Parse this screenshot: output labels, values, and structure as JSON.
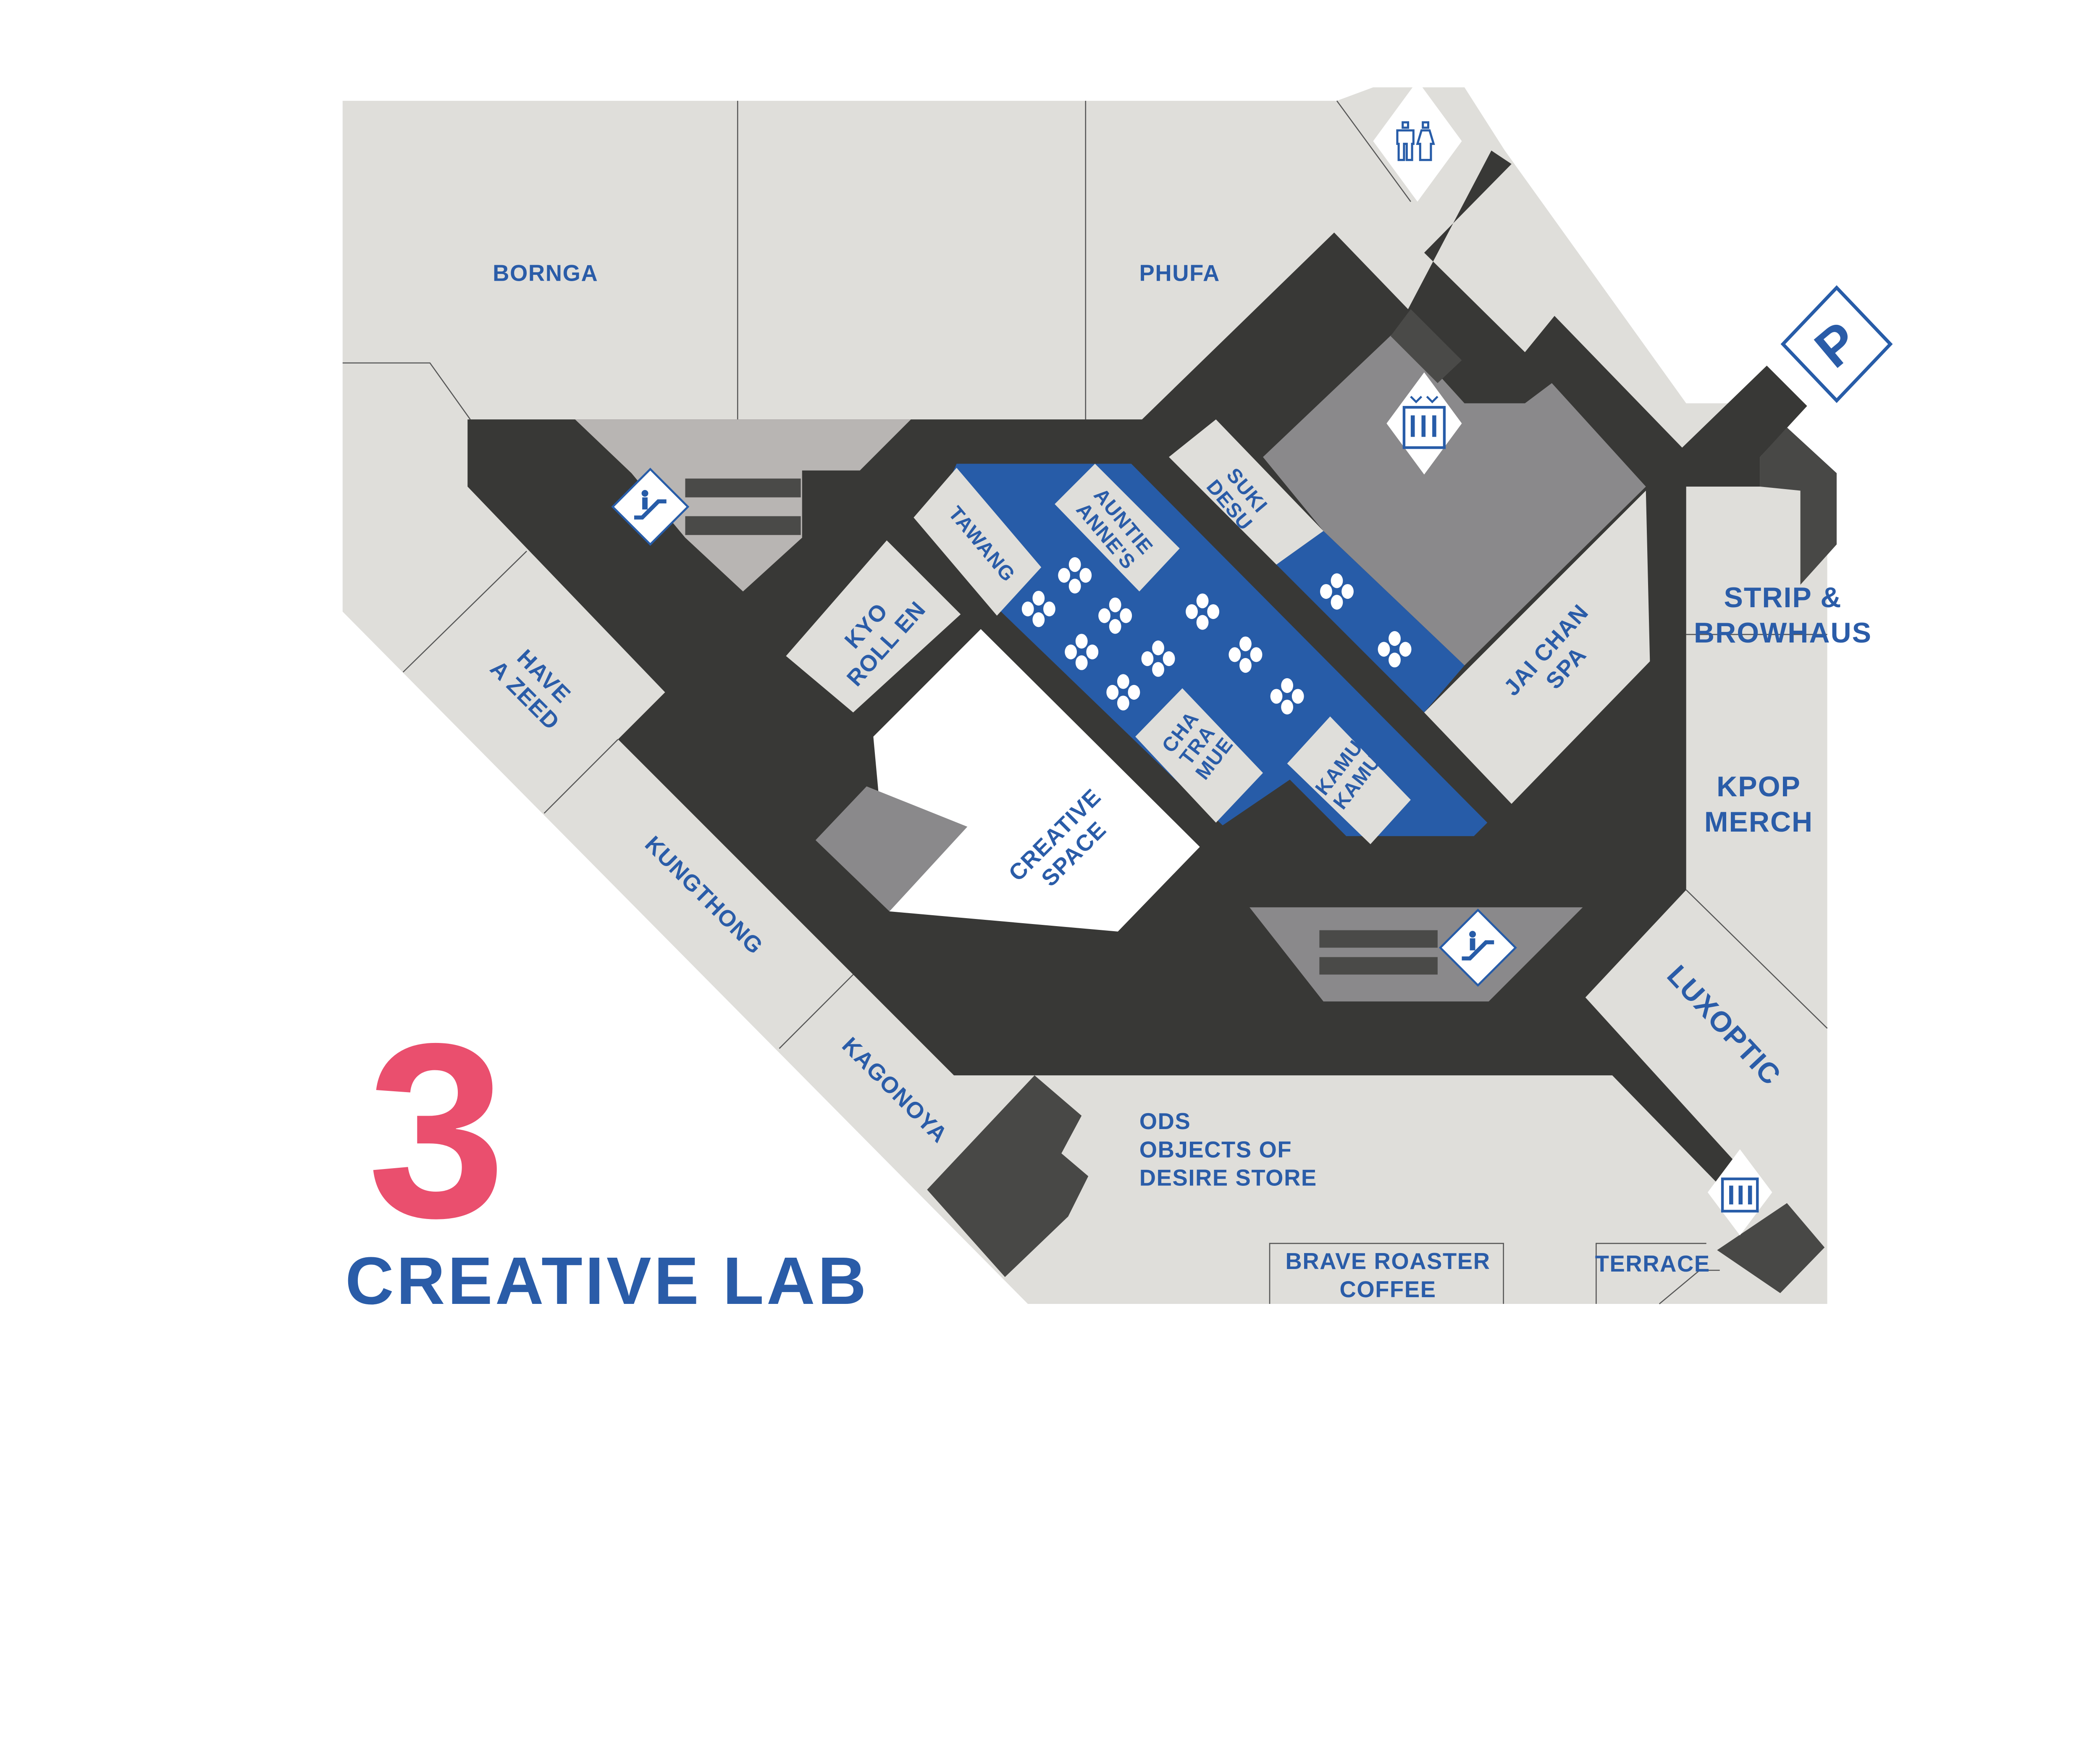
{
  "floor": {
    "number": "3",
    "name": "CREATIVE LAB"
  },
  "colors": {
    "store": "#dfdeda",
    "corridor": "#383836",
    "accent": "#2a5ca8",
    "service": "#8a898b",
    "floor_number": "#ea4f6e"
  },
  "stores": {
    "borNga": "BORNGA",
    "phufa": "PHUFA",
    "have_a_zeed": [
      "HAVE",
      "A ZEED"
    ],
    "kungthong": "KUNGTHONG",
    "kagonoya": "KAGONOYA",
    "kyo_roll_en": [
      "KYO",
      "ROLL EN"
    ],
    "tawang": "TAWANG",
    "auntie_annes": [
      "AUNTIE",
      "ANNE'S"
    ],
    "suki_desu": [
      "SUKI",
      "DESU"
    ],
    "cha_tra_mue": [
      "CHA",
      "TRA",
      "MUE"
    ],
    "kamu_kamu": [
      "KAMU",
      "KAMU"
    ],
    "jai_chan_spa": [
      "JAI CHAN",
      "SPA"
    ],
    "creative_space": [
      "CREATIVE",
      "SPACE"
    ],
    "strip_browhaus": [
      "STRIP &",
      "BROWHAUS"
    ],
    "kpop_merch": [
      "KPOP",
      "MERCH"
    ],
    "luxoptic": "LUXOPTIC",
    "ods": [
      "ODS",
      "OBJECTS OF",
      "DESIRE STORE"
    ],
    "brave_roaster": [
      "BRAVE ROASTER",
      "COFFEE"
    ],
    "terrace": "TERRACE"
  },
  "icons": [
    "restroom-icon",
    "parking-icon",
    "elevator-icon",
    "escalator-icon",
    "seating-icon"
  ],
  "parking_letter": "P"
}
